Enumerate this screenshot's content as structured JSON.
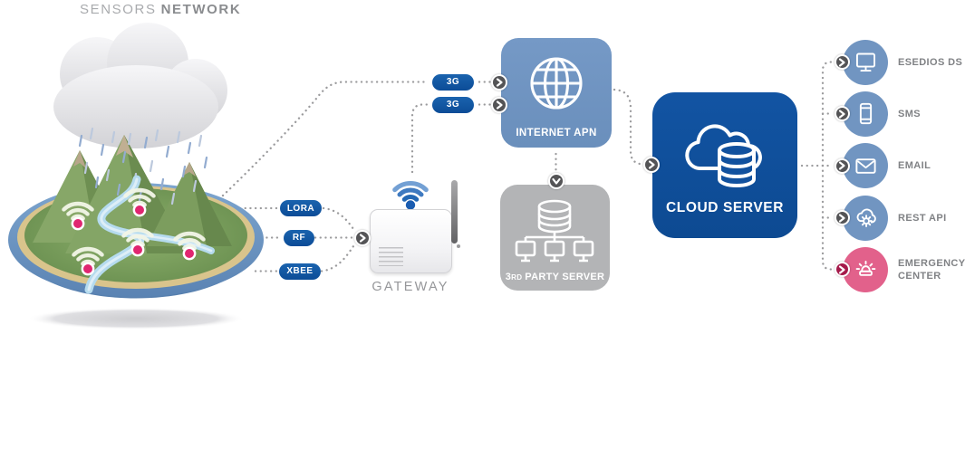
{
  "title": {
    "light": "SENSORS",
    "bold": "NETWORK"
  },
  "sensor_links": {
    "lora": "LORA",
    "rf": "RF",
    "xbee": "XBEE"
  },
  "uplinks": {
    "top": "3G",
    "bottom": "3G"
  },
  "gateway": {
    "label": "GATEWAY"
  },
  "internet_apn": {
    "label": "INTERNET APN"
  },
  "third_party_server": {
    "number": "3",
    "ordinal": "RD",
    "rest": "PARTY SERVER"
  },
  "cloud_server": {
    "label": "CLOUD SERVER"
  },
  "endpoints": [
    {
      "label": "ESEDIOS DS",
      "icon": "monitor-icon"
    },
    {
      "label": "SMS",
      "icon": "smartphone-icon"
    },
    {
      "label": "EMAIL",
      "icon": "envelope-icon"
    },
    {
      "label": "REST API",
      "icon": "cloud-gear-icon"
    },
    {
      "label": "EMERGENCY CENTER",
      "icon": "siren-icon"
    }
  ],
  "colors": {
    "steel_blue": "#7195c1",
    "navy": "#0f4f9c",
    "pill_navy": "#11539f",
    "server_gray": "#b3b4b6",
    "pink": "#e2618b",
    "crimson": "#a51a4b",
    "wire_gray": "#9b9b9d",
    "arrow_gray": "#545456",
    "sensor_dot_pink": "#e02670",
    "label_gray": "#808285"
  }
}
